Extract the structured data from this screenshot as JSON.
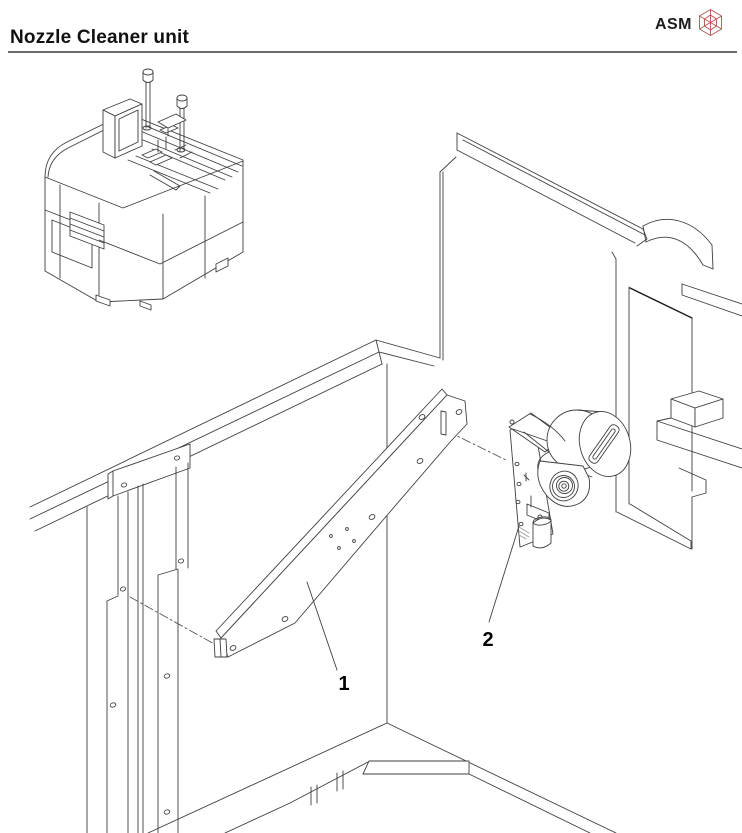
{
  "header": {
    "title": "Nozzle Cleaner unit",
    "rule_color": "#6b6b6b",
    "logo": {
      "text": "ASM",
      "icon": "asm-wireframe-hexahedron-icon",
      "color": "#b5524e"
    }
  },
  "figure": {
    "line_color": "#3f3f3f",
    "callouts": [
      {
        "label": "1"
      },
      {
        "label": "2"
      }
    ]
  }
}
